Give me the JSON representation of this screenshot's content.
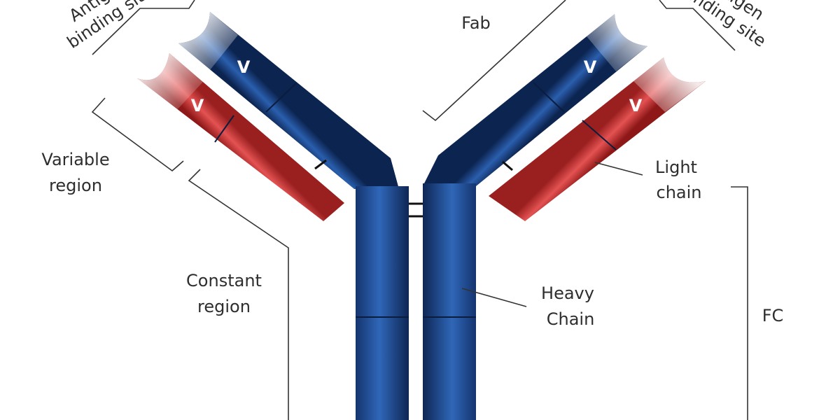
{
  "labels": {
    "antigen_left_line1": "Antigen",
    "antigen_left_line2": "binding site",
    "antigen_right_line1": "Antigen",
    "antigen_right_line2": "binding site",
    "fab": "Fab",
    "variable_line1": "Variable",
    "variable_line2": "region",
    "constant_line1": "Constant",
    "constant_line2": "region",
    "light_line1": "Light",
    "light_line2": "chain",
    "heavy_line1": "Heavy",
    "heavy_line2": "Chain",
    "fc": "FC"
  },
  "domains": {
    "v_heavy_left": "V",
    "v_light_left": "V",
    "v_heavy_right": "V",
    "v_light_right": "V"
  },
  "colors": {
    "heavy_chain": "#1f4f96",
    "light_chain": "#d43a3a",
    "background": "#ffffff"
  }
}
